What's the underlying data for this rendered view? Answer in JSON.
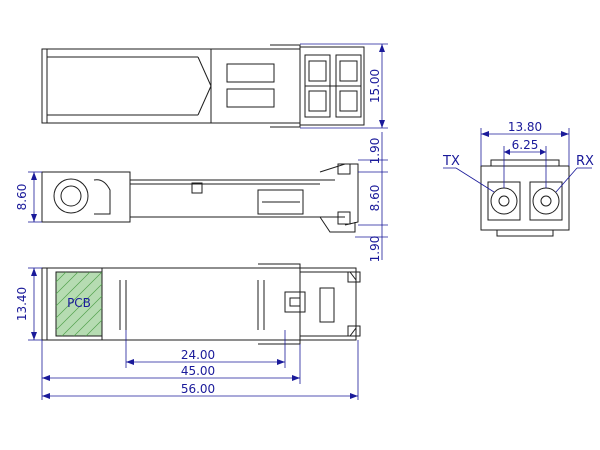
{
  "colors": {
    "outline": "#1e1e1e",
    "dimension": "#1a1a9a",
    "pcb_fill": "#b6dcb2",
    "pcb_hatch": "#4fa04a"
  },
  "side_view": {
    "dim_width": "15.00"
  },
  "front_view": {
    "dim_height": "8.60",
    "dim_top_offset": "1.90",
    "dim_middle": "8.60",
    "dim_bottom_offset": "1.90"
  },
  "bottom_view": {
    "dim_height": "13.40",
    "pcb_label": "PCB",
    "dim_24": "24.00",
    "dim_45": "45.00",
    "dim_56": "56.00"
  },
  "end_view": {
    "dim_overall": "13.80",
    "dim_pitch": "6.25",
    "tx_label": "TX",
    "rx_label": "RX"
  }
}
